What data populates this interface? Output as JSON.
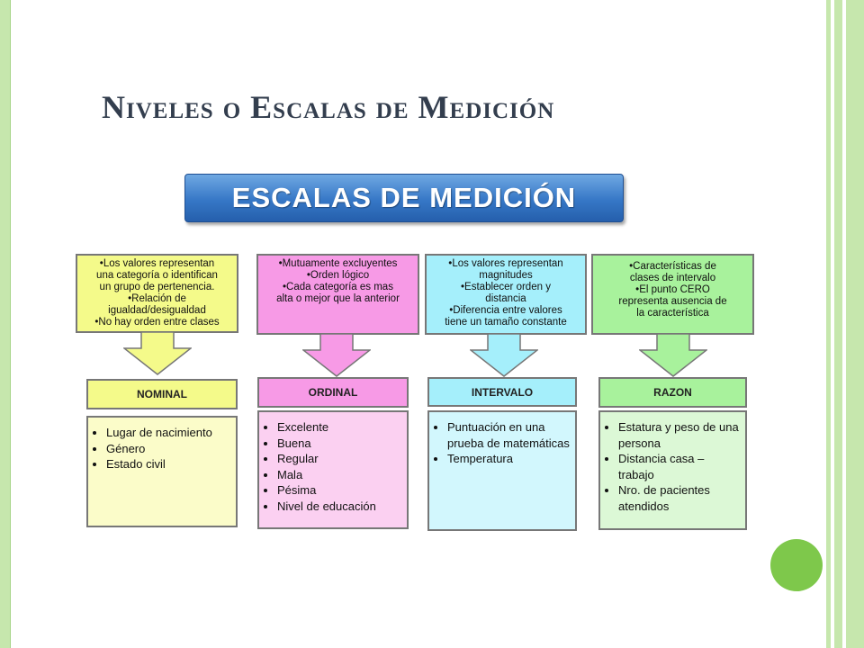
{
  "slide": {
    "title": "Niveles o Escalas de Medición",
    "accent_color": "#7ec84b"
  },
  "diagram": {
    "heading": "ESCALAS DE MEDICIÓN",
    "columns": [
      {
        "id": "nominal",
        "color": "#f4fa8a",
        "light_color": "#fbfcc9",
        "descriptors": [
          "•Los valores representan",
          "una categoría o identifican",
          "un grupo de pertenencia.",
          "•Relación de",
          "igualdad/desigualdad",
          "•No hay orden entre clases"
        ],
        "label": "NOMINAL",
        "examples": [
          "Lugar de nacimiento",
          "Género",
          "Estado civil"
        ]
      },
      {
        "id": "ordinal",
        "color": "#f79ae6",
        "light_color": "#fbd0f1",
        "descriptors": [
          "•Mutuamente excluyentes",
          "•Orden lógico",
          "•Cada categoría es mas",
          "alta o mejor que la anterior"
        ],
        "label": "ORDINAL",
        "examples": [
          "Excelente",
          "Buena",
          "Regular",
          "Mala",
          "Pésima",
          "Nivel de educación"
        ]
      },
      {
        "id": "intervalo",
        "color": "#a5effb",
        "light_color": "#d2f7fd",
        "descriptors": [
          "•Los valores representan",
          "magnitudes",
          "•Establecer orden y",
          "distancia",
          "•Diferencia entre valores",
          "tiene un tamaño constante"
        ],
        "label": "INTERVALO",
        "examples": [
          "Puntuación en una prueba de matemáticas",
          "Temperatura"
        ]
      },
      {
        "id": "razon",
        "color": "#a8f29c",
        "light_color": "#dcf8d6",
        "descriptors": [
          "•Características de",
          "clases de intervalo",
          "•El punto CERO",
          "representa ausencia de",
          "la característica"
        ],
        "label": "RAZON",
        "examples": [
          "Estatura y peso de una persona",
          "Distancia casa – trabajo",
          "Nro. de pacientes atendidos"
        ]
      }
    ]
  }
}
